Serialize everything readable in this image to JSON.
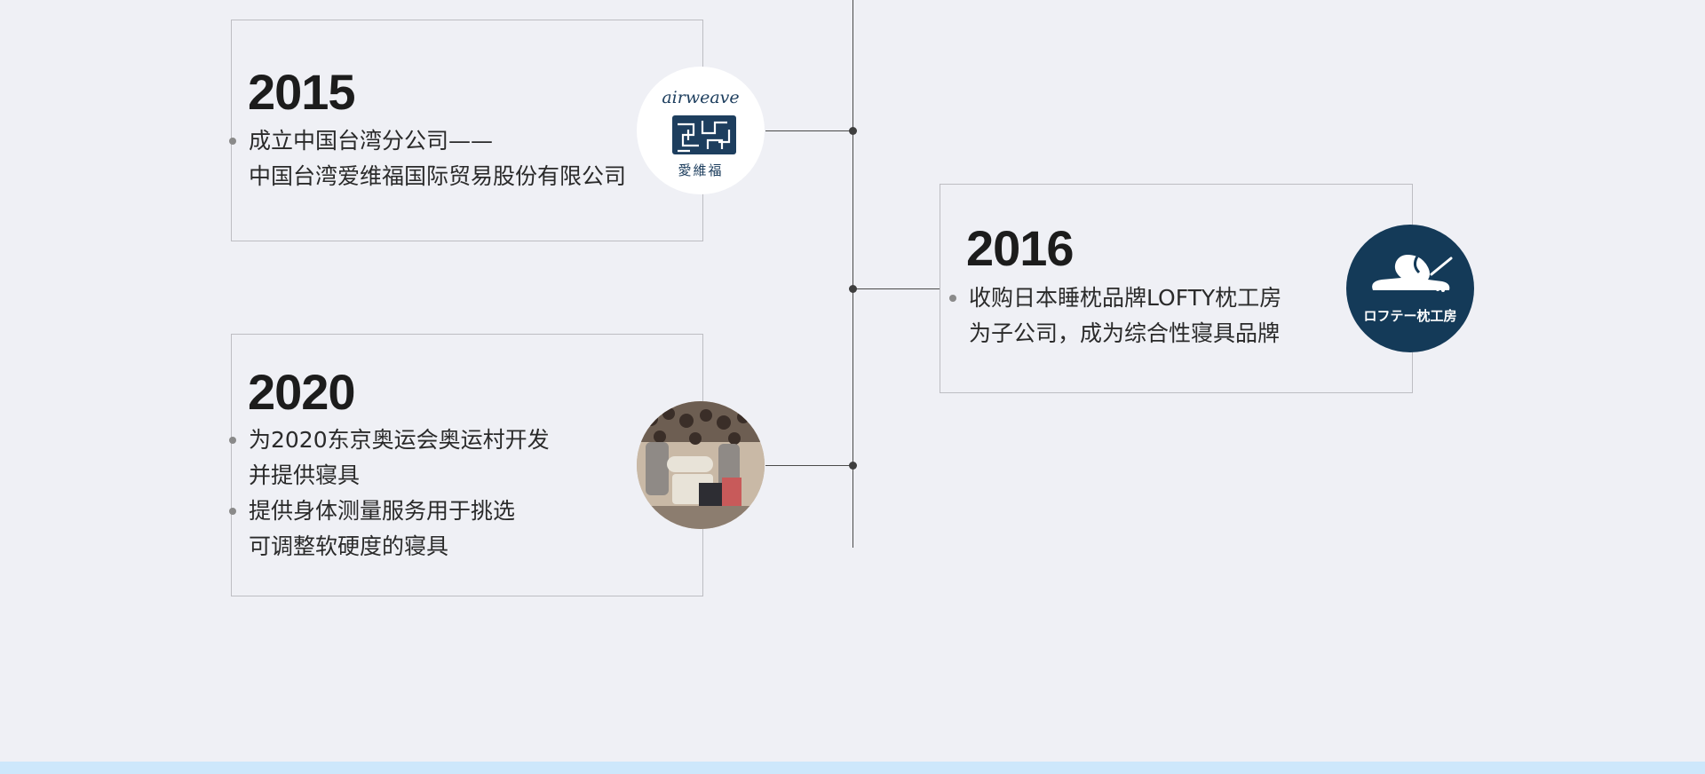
{
  "timeline": {
    "events": [
      {
        "year": "2015",
        "bullets": [
          {
            "lines": [
              "成立中国台湾分公司——",
              "中国台湾爱维福国际贸易股份有限公司"
            ]
          }
        ],
        "logo": {
          "type": "airweave-logo",
          "wordmark": "airweave",
          "chinese_name": "愛維福"
        }
      },
      {
        "year": "2016",
        "bullets": [
          {
            "lines": [
              "收购日本睡枕品牌LOFTY枕工房",
              "为子公司，成为综合性寝具品牌"
            ]
          }
        ],
        "logo": {
          "type": "lofty-logo",
          "caption": "ロフテー枕工房",
          "bg_color": "#143a58"
        }
      },
      {
        "year": "2020",
        "bullets": [
          {
            "lines": [
              "为2020东京奥运会奥运村开发",
              "并提供寝具"
            ]
          },
          {
            "lines": [
              "提供身体测量服务用于挑选",
              "可调整软硬度的寝具"
            ]
          }
        ],
        "logo": {
          "type": "event-photo"
        }
      }
    ]
  },
  "colors": {
    "background": "#eff0f5",
    "airweave_navy": "#1d3e5e",
    "lofty_navy": "#143a58",
    "bottom_band": "#cde7fb"
  }
}
